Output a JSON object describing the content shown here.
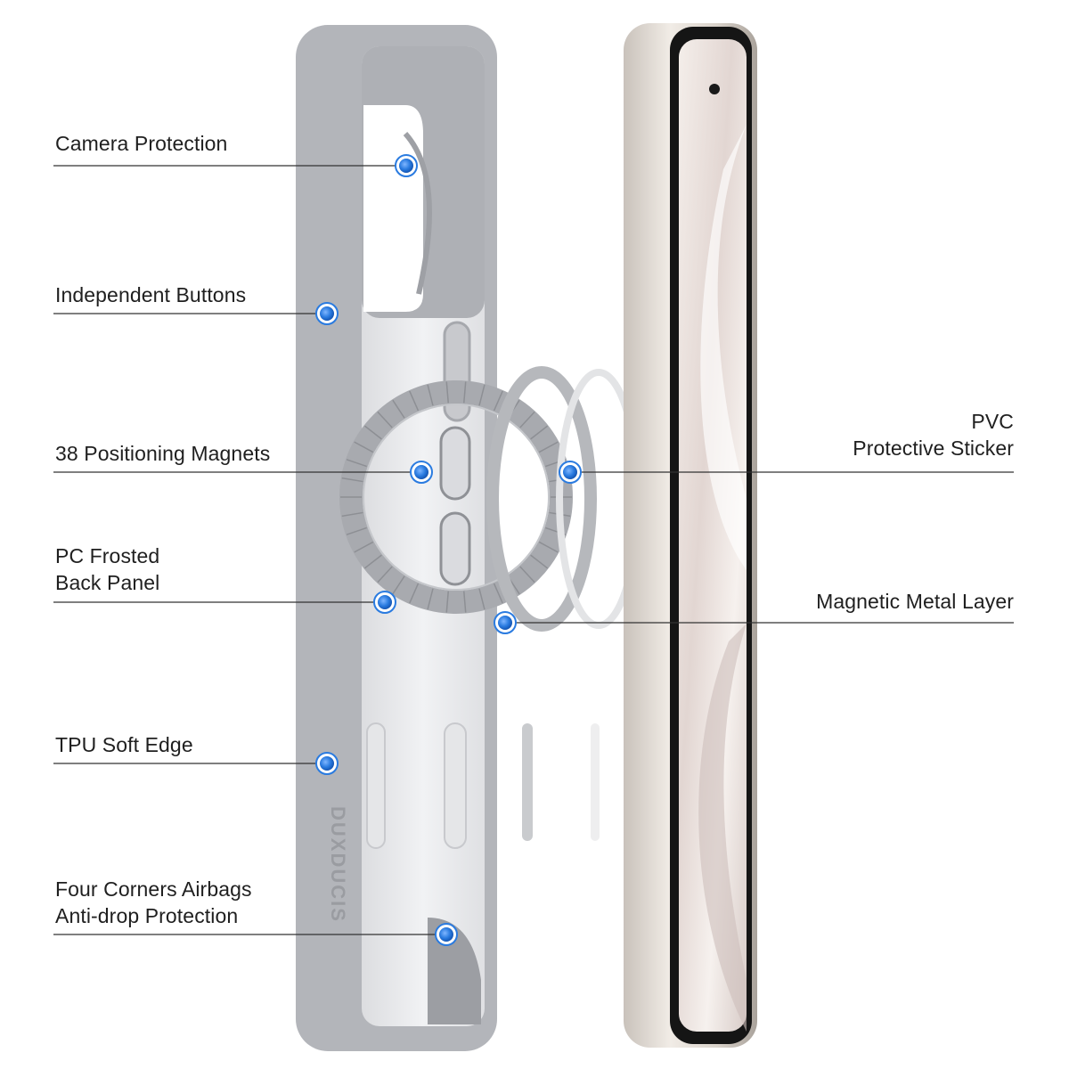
{
  "brand": {
    "logo_text": "DUXDUCIS"
  },
  "colors": {
    "callout_dot": "#2a7be0",
    "callout_line": "#333333",
    "case_frame": "#b3b5ba",
    "phone_frame": "#d8d1ca"
  },
  "callouts": [
    {
      "id": "camera-protection",
      "lines": [
        "Camera Protection"
      ],
      "side": "left"
    },
    {
      "id": "independent-buttons",
      "lines": [
        "Independent Buttons"
      ],
      "side": "left"
    },
    {
      "id": "positioning-magnets",
      "lines": [
        "38 Positioning Magnets"
      ],
      "side": "left"
    },
    {
      "id": "pc-frosted-back-panel",
      "lines": [
        "PC Frosted",
        "Back Panel"
      ],
      "side": "left"
    },
    {
      "id": "tpu-soft-edge",
      "lines": [
        "TPU Soft Edge"
      ],
      "side": "left"
    },
    {
      "id": "four-corners-airbags",
      "lines": [
        "Four Corners Airbags",
        "Anti-drop Protection"
      ],
      "side": "left"
    },
    {
      "id": "pvc-protective-sticker",
      "lines": [
        "PVC",
        "Protective Sticker"
      ],
      "side": "right"
    },
    {
      "id": "magnetic-metal-layer",
      "lines": [
        "Magnetic Metal Layer"
      ],
      "side": "right"
    }
  ]
}
